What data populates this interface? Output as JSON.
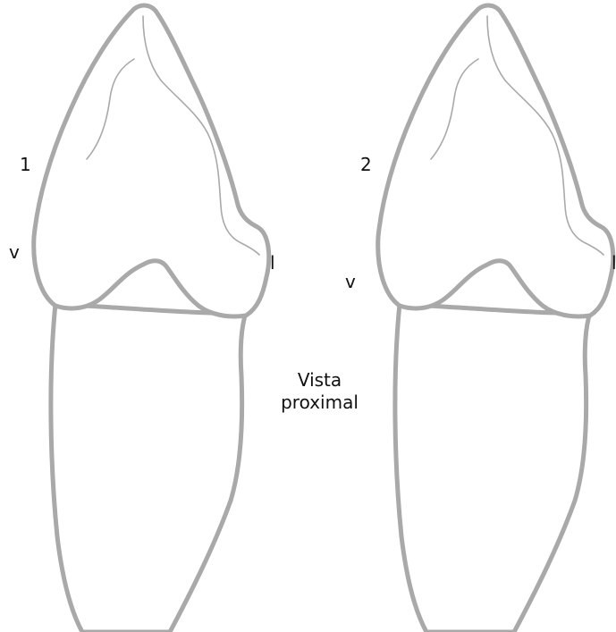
{
  "figure": {
    "tooth_1": {
      "number": "1",
      "vestibular": "v",
      "lingual": "l"
    },
    "tooth_2": {
      "number": "2",
      "vestibular": "v",
      "lingual": "l"
    },
    "caption": {
      "line1": "Vista",
      "line2": "proximal"
    }
  },
  "colors": {
    "outline": "#a9a9a9",
    "text": "#111111",
    "background": "#ffffff"
  }
}
